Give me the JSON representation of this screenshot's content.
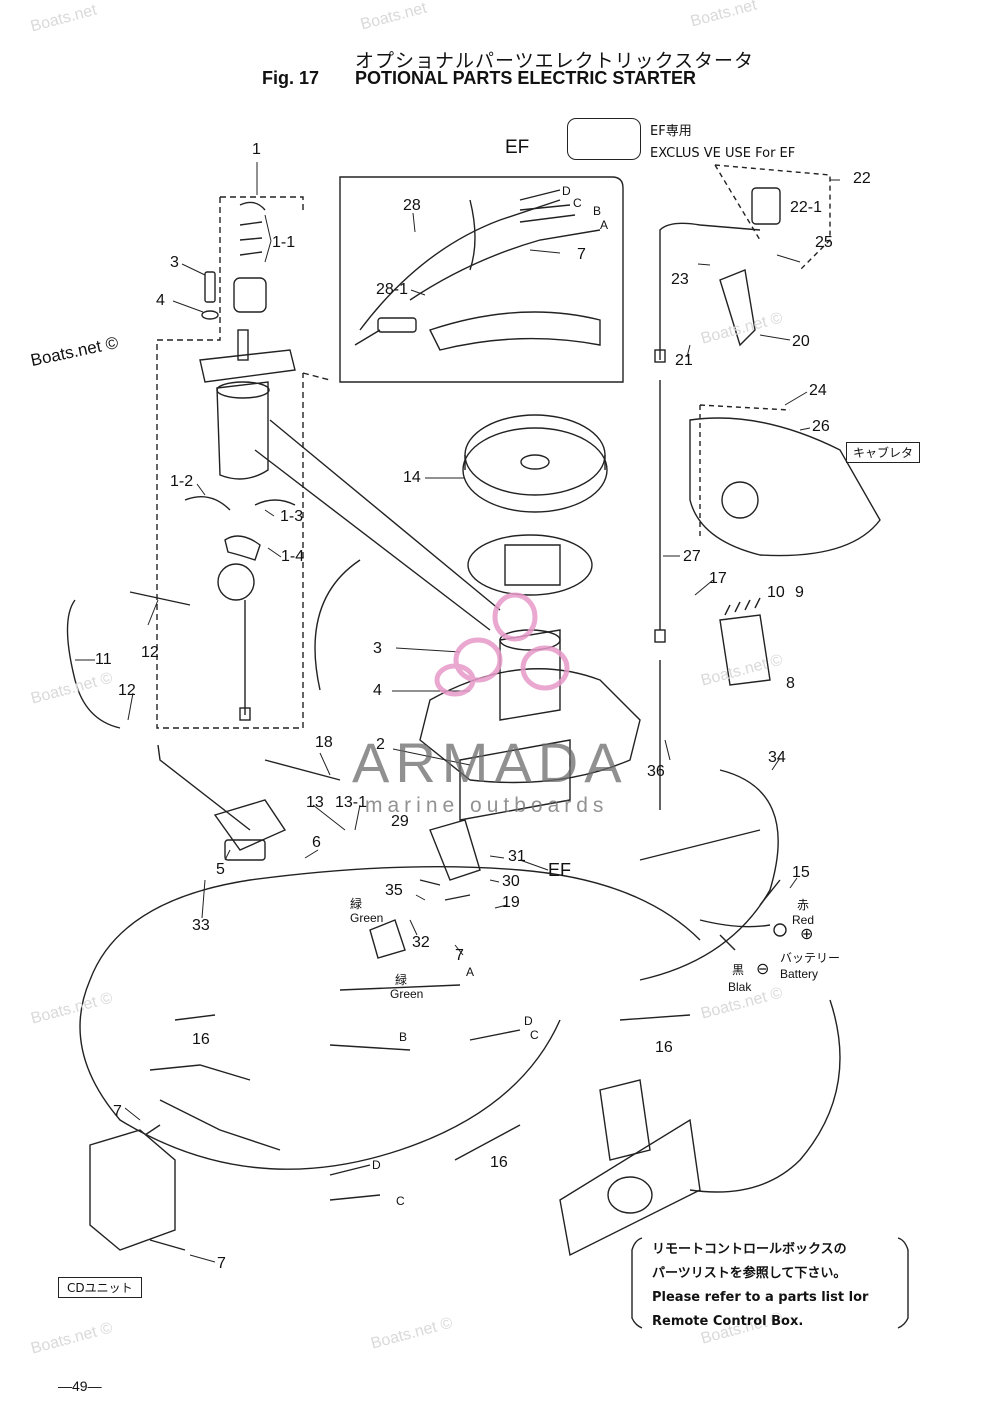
{
  "header": {
    "title_jp": "オプショナルパーツエレクトリックスタータ",
    "fig": "Fig. 17",
    "title_en": "POTIONAL PARTS ELECTRIC STARTER"
  },
  "legend": {
    "ef_jp": "EF専用",
    "ef_en": "EXCLUS VE USE For EF"
  },
  "watermarks": {
    "site": "Boats.net ©",
    "site_faint": "Boats.net",
    "brand": "ARMADA",
    "brand_sub": "marine outboards"
  },
  "ef_inset_label": "EF",
  "ef_side_label": "EF",
  "parts": {
    "p1": "1",
    "p1_1": "1-1",
    "p1_2": "1-2",
    "p1_3": "1-3",
    "p1_4": "1-4",
    "p2": "2",
    "p3a": "3",
    "p3b": "3",
    "p4a": "4",
    "p4b": "4",
    "p5": "5",
    "p6": "6",
    "p7a": "7",
    "p7b": "7",
    "p7c": "7",
    "p7d": "7",
    "p8": "8",
    "p9": "9",
    "p10": "10",
    "p11": "11",
    "p12a": "12",
    "p12b": "12",
    "p13": "13",
    "p13_1": "13-1",
    "p14": "14",
    "p15": "15",
    "p16a": "16",
    "p16b": "16",
    "p16c": "16",
    "p17": "17",
    "p18": "18",
    "p19": "19",
    "p20": "20",
    "p21": "21",
    "p22": "22",
    "p22_1": "22-1",
    "p23": "23",
    "p24": "24",
    "p25": "25",
    "p26": "26",
    "p27": "27",
    "p28": "28",
    "p28_1": "28-1",
    "p29": "29",
    "p30": "30",
    "p31": "31",
    "p32": "32",
    "p33": "33",
    "p34": "34",
    "p35": "35",
    "p36": "36"
  },
  "connectors": {
    "A1": "A",
    "B1": "B",
    "C1": "C",
    "D1": "D",
    "A2": "A",
    "B2": "B",
    "C2": "C",
    "D2": "D",
    "C3": "C",
    "D3": "D"
  },
  "wire_labels": {
    "green_jp_1": "緑",
    "green_en_1": "Green",
    "green_jp_2": "緑",
    "green_en_2": "Green",
    "red_jp": "赤",
    "red_en": "Red",
    "plus": "⊕",
    "black_jp": "黒",
    "black_en": "Blak",
    "minus": "⊖",
    "battery_jp": "バッテリー",
    "battery_en": "Battery"
  },
  "carburetor_label": "キャブレタ",
  "cd_unit_label": "CDユニット",
  "note": {
    "jp1": "リモートコントロールボックスの",
    "jp2": "パーツリストを参照して下さい。",
    "en1": "Please refer to a parts list lor",
    "en2": "Remote Control Box."
  },
  "page_number": "―49―",
  "colors": {
    "ink": "#111111",
    "watermark": "#d9d9d9",
    "logo_pink": "#e79ac9",
    "logo_gray": "#6b6b6b"
  }
}
